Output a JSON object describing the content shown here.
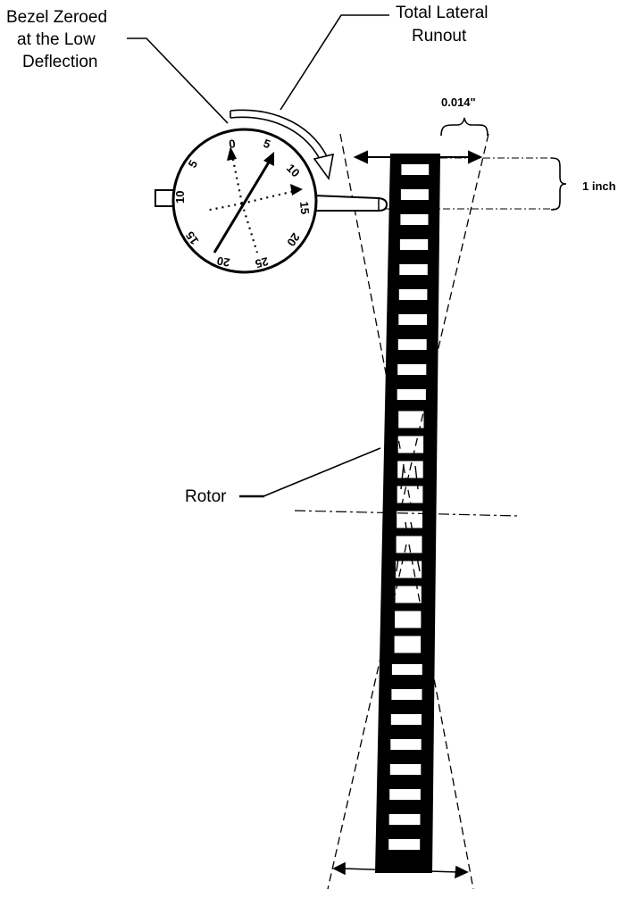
{
  "labels": {
    "bezel_line1": "Bezel Zeroed",
    "bezel_line2": "at the Low",
    "bezel_line3": "Deflection",
    "runout_line1": "Total Lateral",
    "runout_line2": "Runout",
    "measurement": "0.014\"",
    "distance": "1 inch",
    "rotor": "Rotor"
  },
  "dial": {
    "numbers": [
      "0",
      "5",
      "10",
      "15",
      "20",
      "25",
      "20",
      "15",
      "10",
      "5"
    ]
  },
  "colors": {
    "ink": "#000000",
    "background": "#ffffff"
  }
}
